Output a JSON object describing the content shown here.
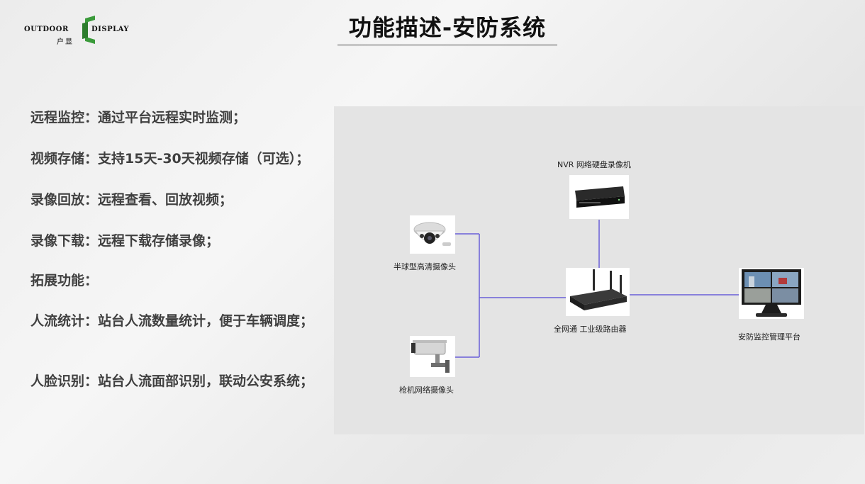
{
  "logo": {
    "text_left": "OUTDOOR",
    "text_right": "DISPLAY",
    "text_cn": "户显"
  },
  "colors": {
    "brand_green": "#3a9a3a",
    "link_line": "#6a5fd8",
    "text_gray": "#404040"
  },
  "title": "功能描述-安防系统",
  "features": [
    {
      "label": "远程监控：",
      "desc": "通过平台远程实时监测；"
    },
    {
      "label": "视频存储：",
      "desc": "支持15天-30天视频存储（可选）；"
    },
    {
      "label": "录像回放：",
      "desc": "远程查看、回放视频；"
    },
    {
      "label": "录像下载：",
      "desc": "远程下载存储录像；"
    },
    {
      "label": "拓展功能：",
      "desc": ""
    },
    {
      "label": "人流统计：",
      "desc": "站台人流数量统计，便于车辆调度；"
    },
    {
      "label": "人脸识别：",
      "desc": "站台人流面部识别，联动公安系统；"
    }
  ],
  "diagram": {
    "nvr": {
      "label": "NVR 网络硬盘录像机",
      "icon": "nvr-icon"
    },
    "dome_camera": {
      "label": "半球型高清摄像头",
      "icon": "dome-camera-icon"
    },
    "bullet_camera": {
      "label": "枪机网络摄像头",
      "icon": "bullet-camera-icon"
    },
    "router": {
      "label": "全网通 工业级路由器",
      "icon": "router-icon"
    },
    "platform": {
      "label": "安防监控管理平台",
      "icon": "monitor-icon"
    }
  }
}
